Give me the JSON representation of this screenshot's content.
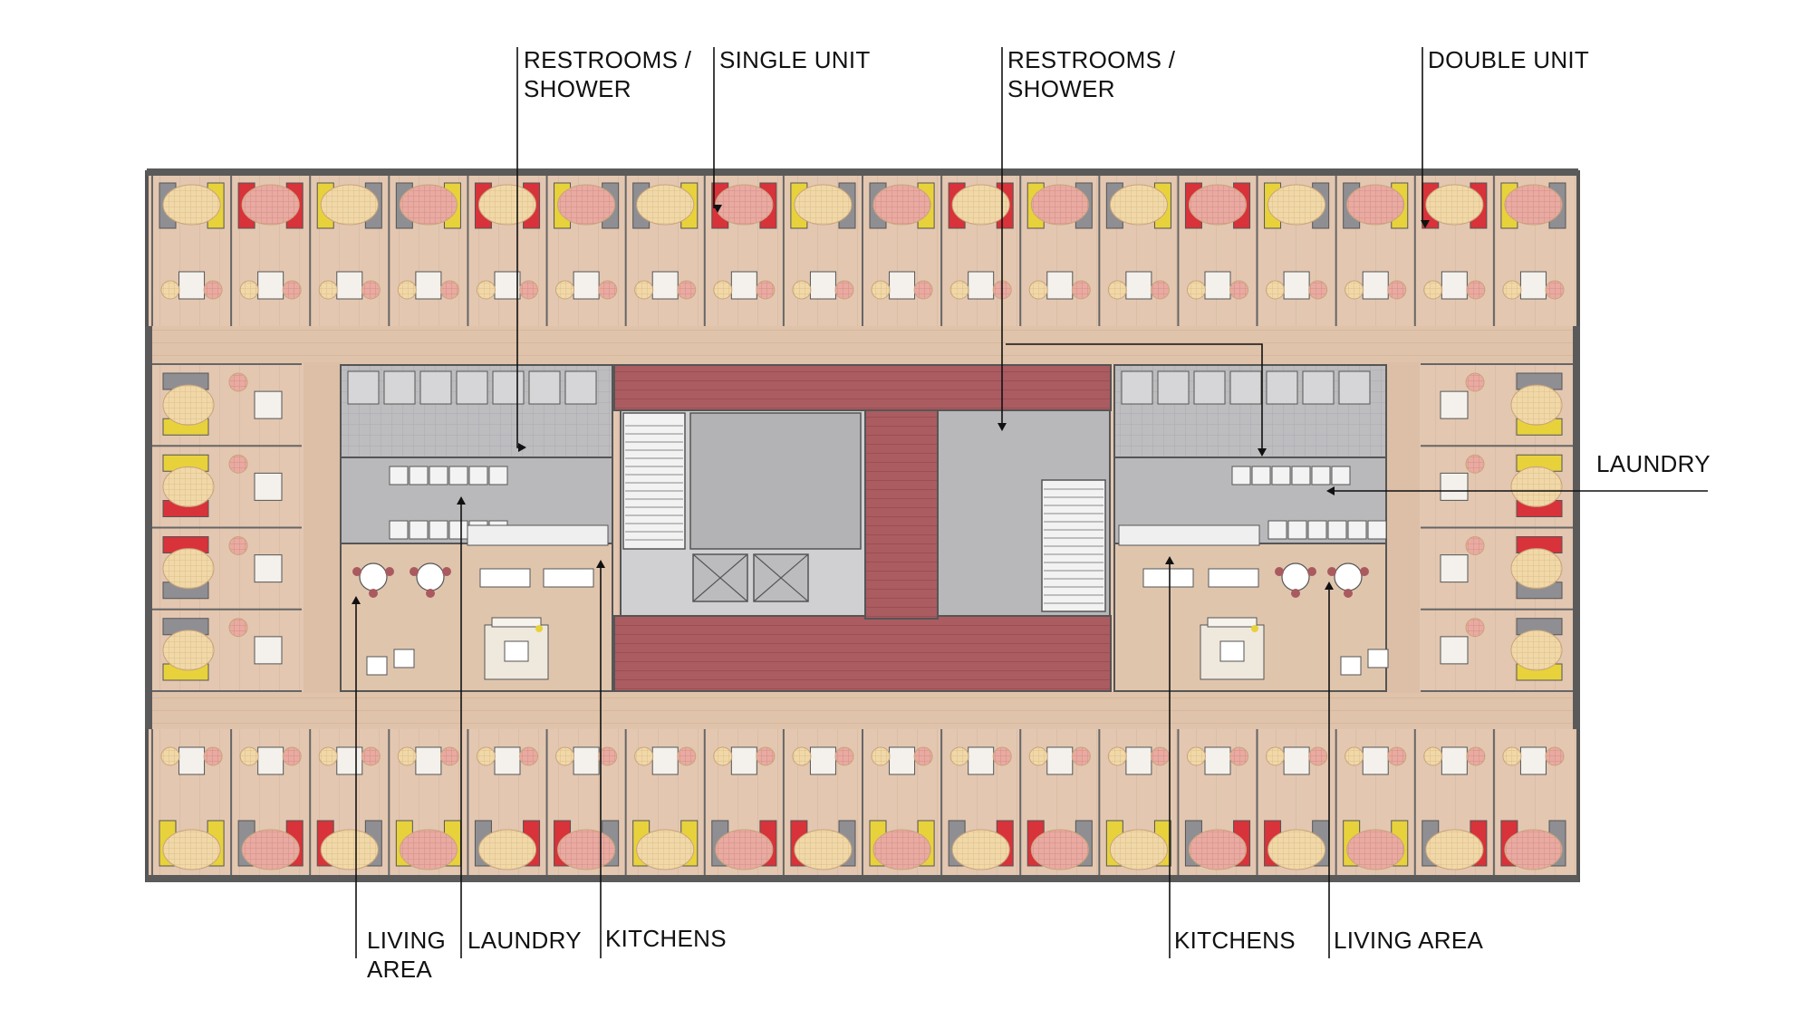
{
  "colors": {
    "background": "#ffffff",
    "wall": "#5e5e5e",
    "floor": "#e2c6b0",
    "corridor": "#dcc0a7",
    "service": "#b6b6b8",
    "circulation": "#a95a5f",
    "core": "#c9c9cb",
    "accent_red": "#d8323a",
    "accent_yellow": "#e8d23c",
    "accent_grey": "#8f8f93",
    "rug_pink": "#e8a8a0",
    "rug_cream": "#f3ddaa"
  },
  "callouts": {
    "top_restrooms_left": "RESTROOMS /\nSHOWER",
    "top_single_unit": "SINGLE UNIT",
    "top_restrooms_right": "RESTROOMS /\nSHOWER",
    "top_double_unit": "DOUBLE UNIT",
    "right_laundry": "LAUNDRY",
    "bottom_living_area_left": "LIVING\nAREA",
    "bottom_laundry": "LAUNDRY",
    "bottom_kitchens_left": "KITCHENS",
    "bottom_kitchens_right": "KITCHENS",
    "bottom_living_area_right": "LIVING AREA"
  }
}
